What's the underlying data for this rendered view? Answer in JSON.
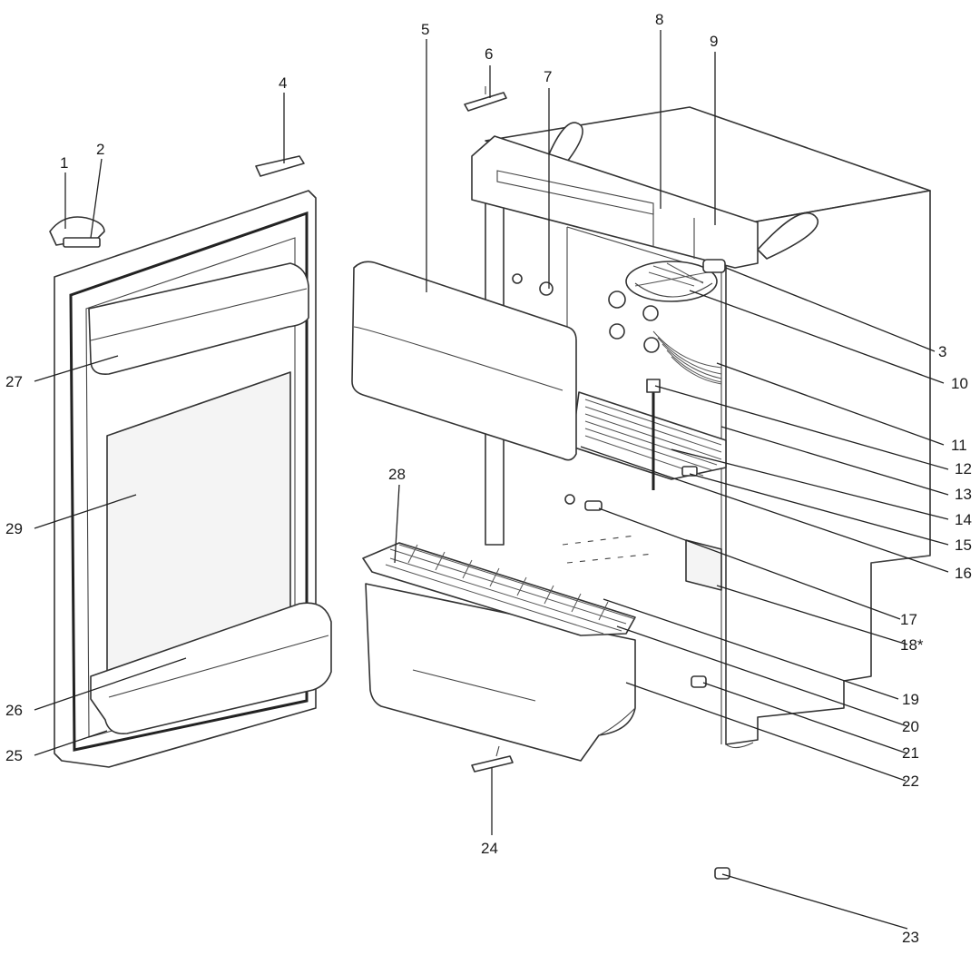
{
  "callouts": [
    {
      "id": "p1",
      "label": "1"
    },
    {
      "id": "p2",
      "label": "2"
    },
    {
      "id": "p3",
      "label": "3"
    },
    {
      "id": "p4",
      "label": "4"
    },
    {
      "id": "p5",
      "label": "5"
    },
    {
      "id": "p6",
      "label": "6"
    },
    {
      "id": "p7",
      "label": "7"
    },
    {
      "id": "p8",
      "label": "8"
    },
    {
      "id": "p9",
      "label": "9"
    },
    {
      "id": "p10",
      "label": "10"
    },
    {
      "id": "p11",
      "label": "11"
    },
    {
      "id": "p12",
      "label": "12"
    },
    {
      "id": "p13",
      "label": "13"
    },
    {
      "id": "p14",
      "label": "14"
    },
    {
      "id": "p15",
      "label": "15"
    },
    {
      "id": "p16",
      "label": "16"
    },
    {
      "id": "p17",
      "label": "17"
    },
    {
      "id": "p18",
      "label": "18*"
    },
    {
      "id": "p19",
      "label": "19"
    },
    {
      "id": "p20",
      "label": "20"
    },
    {
      "id": "p21",
      "label": "21"
    },
    {
      "id": "p22",
      "label": "22"
    },
    {
      "id": "p23",
      "label": "23"
    },
    {
      "id": "p24",
      "label": "24"
    },
    {
      "id": "p25",
      "label": "25"
    },
    {
      "id": "p26",
      "label": "26"
    },
    {
      "id": "p27",
      "label": "27"
    },
    {
      "id": "p28",
      "label": "28"
    },
    {
      "id": "p29",
      "label": "29"
    }
  ]
}
